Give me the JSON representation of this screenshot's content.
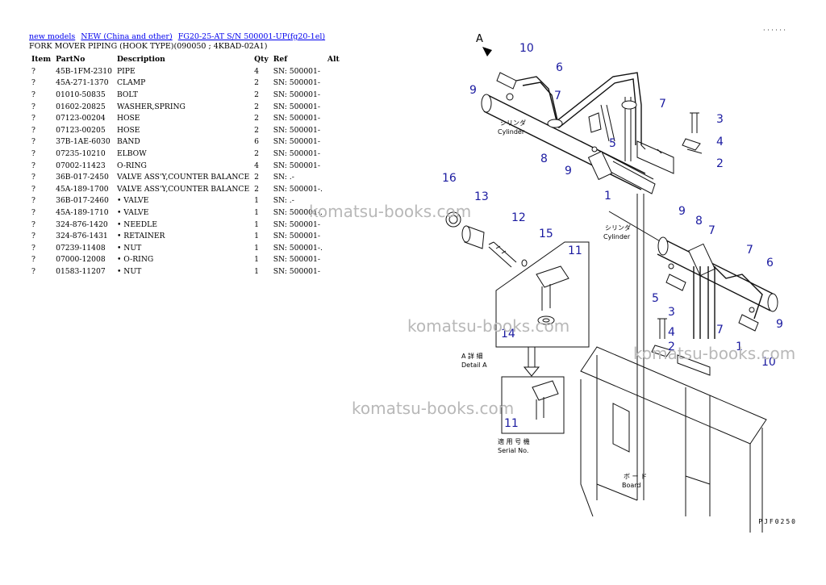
{
  "breadcrumb": {
    "link1": "new models",
    "link2": "NEW (China and other)",
    "link3": "FG20-25-AT S/N 500001-UP(fg20-1el)"
  },
  "page_title": "FORK MOVER PIPING (HOOK TYPE)(090050 ; 4KBAD-02A1)",
  "table": {
    "headers": {
      "item": "Item",
      "partno": "PartNo",
      "description": "Description",
      "qty": "Qty",
      "ref": "Ref",
      "alt": "Alt"
    },
    "rows": [
      {
        "item": "?",
        "partno": "45B-1FM-2310",
        "description": "PIPE",
        "qty": "4",
        "ref": "SN: 500001-"
      },
      {
        "item": "?",
        "partno": "45A-271-1370",
        "description": "CLAMP",
        "qty": "2",
        "ref": "SN: 500001-"
      },
      {
        "item": "?",
        "partno": "01010-50835",
        "description": "BOLT",
        "qty": "2",
        "ref": "SN: 500001-"
      },
      {
        "item": "?",
        "partno": "01602-20825",
        "description": "WASHER,SPRING",
        "qty": "2",
        "ref": "SN: 500001-"
      },
      {
        "item": "?",
        "partno": "07123-00204",
        "description": "HOSE",
        "qty": "2",
        "ref": "SN: 500001-"
      },
      {
        "item": "?",
        "partno": "07123-00205",
        "description": "HOSE",
        "qty": "2",
        "ref": "SN: 500001-"
      },
      {
        "item": "?",
        "partno": "37B-1AE-6030",
        "description": "BAND",
        "qty": "6",
        "ref": "SN: 500001-"
      },
      {
        "item": "?",
        "partno": "07235-10210",
        "description": "ELBOW",
        "qty": "2",
        "ref": "SN: 500001-"
      },
      {
        "item": "?",
        "partno": "07002-11423",
        "description": "O-RING",
        "qty": "4",
        "ref": "SN: 500001-"
      },
      {
        "item": "?",
        "partno": "36B-017-2450",
        "description": "VALVE ASS'Y,COUNTER BALANCE",
        "qty": "2",
        "ref": "SN: .-"
      },
      {
        "item": "?",
        "partno": "45A-189-1700",
        "description": "VALVE ASS'Y,COUNTER BALANCE",
        "qty": "2",
        "ref": "SN: 500001-."
      },
      {
        "item": "?",
        "partno": "36B-017-2460",
        "description": "• VALVE",
        "qty": "1",
        "ref": "SN: .-"
      },
      {
        "item": "?",
        "partno": "45A-189-1710",
        "description": "• VALVE",
        "qty": "1",
        "ref": "SN: 500001-."
      },
      {
        "item": "?",
        "partno": "324-876-1420",
        "description": "• NEEDLE",
        "qty": "1",
        "ref": "SN: 500001-"
      },
      {
        "item": "?",
        "partno": "324-876-1431",
        "description": "• RETAINER",
        "qty": "1",
        "ref": "SN: 500001-"
      },
      {
        "item": "?",
        "partno": "07239-11408",
        "description": "• NUT",
        "qty": "1",
        "ref": "SN: 500001-."
      },
      {
        "item": "?",
        "partno": "07000-12008",
        "description": "• O-RING",
        "qty": "1",
        "ref": "SN: 500001-"
      },
      {
        "item": "?",
        "partno": "01583-11207",
        "description": "• NUT",
        "qty": "1",
        "ref": "SN: 500001-"
      }
    ]
  },
  "diagram": {
    "callouts": {
      "n1a": "1",
      "n1b": "1",
      "n2a": "2",
      "n2b": "2",
      "n3a": "3",
      "n3b": "3",
      "n4a": "4",
      "n4b": "4",
      "n5a": "5",
      "n5b": "5",
      "n6a": "6",
      "n6b": "6",
      "n7a": "7",
      "n7b": "7",
      "n7c": "7",
      "n7d": "7",
      "n7e": "7",
      "n8a": "8",
      "n8b": "8",
      "n9a": "9",
      "n9b": "9",
      "n9c": "9",
      "n9d": "9",
      "n10a": "10",
      "n10b": "10",
      "n11a": "11",
      "n11b": "11",
      "n12": "12",
      "n13": "13",
      "n14": "14",
      "n15": "15",
      "n16": "16"
    },
    "label_a": "A",
    "cylinder_jp": "シリンダ",
    "cylinder_en": "Cylinder",
    "detail_jp": "A 詳 細",
    "detail_en": "Detail A",
    "serial_jp": "適 用 号 機",
    "serial_en": "Serial No.",
    "board_jp": "ボ ー ド",
    "board_en": "Board"
  },
  "watermark_text": "komatsu-books.com",
  "drawing_code": "PJF0250",
  "corner_mark": "· · · · · ·"
}
